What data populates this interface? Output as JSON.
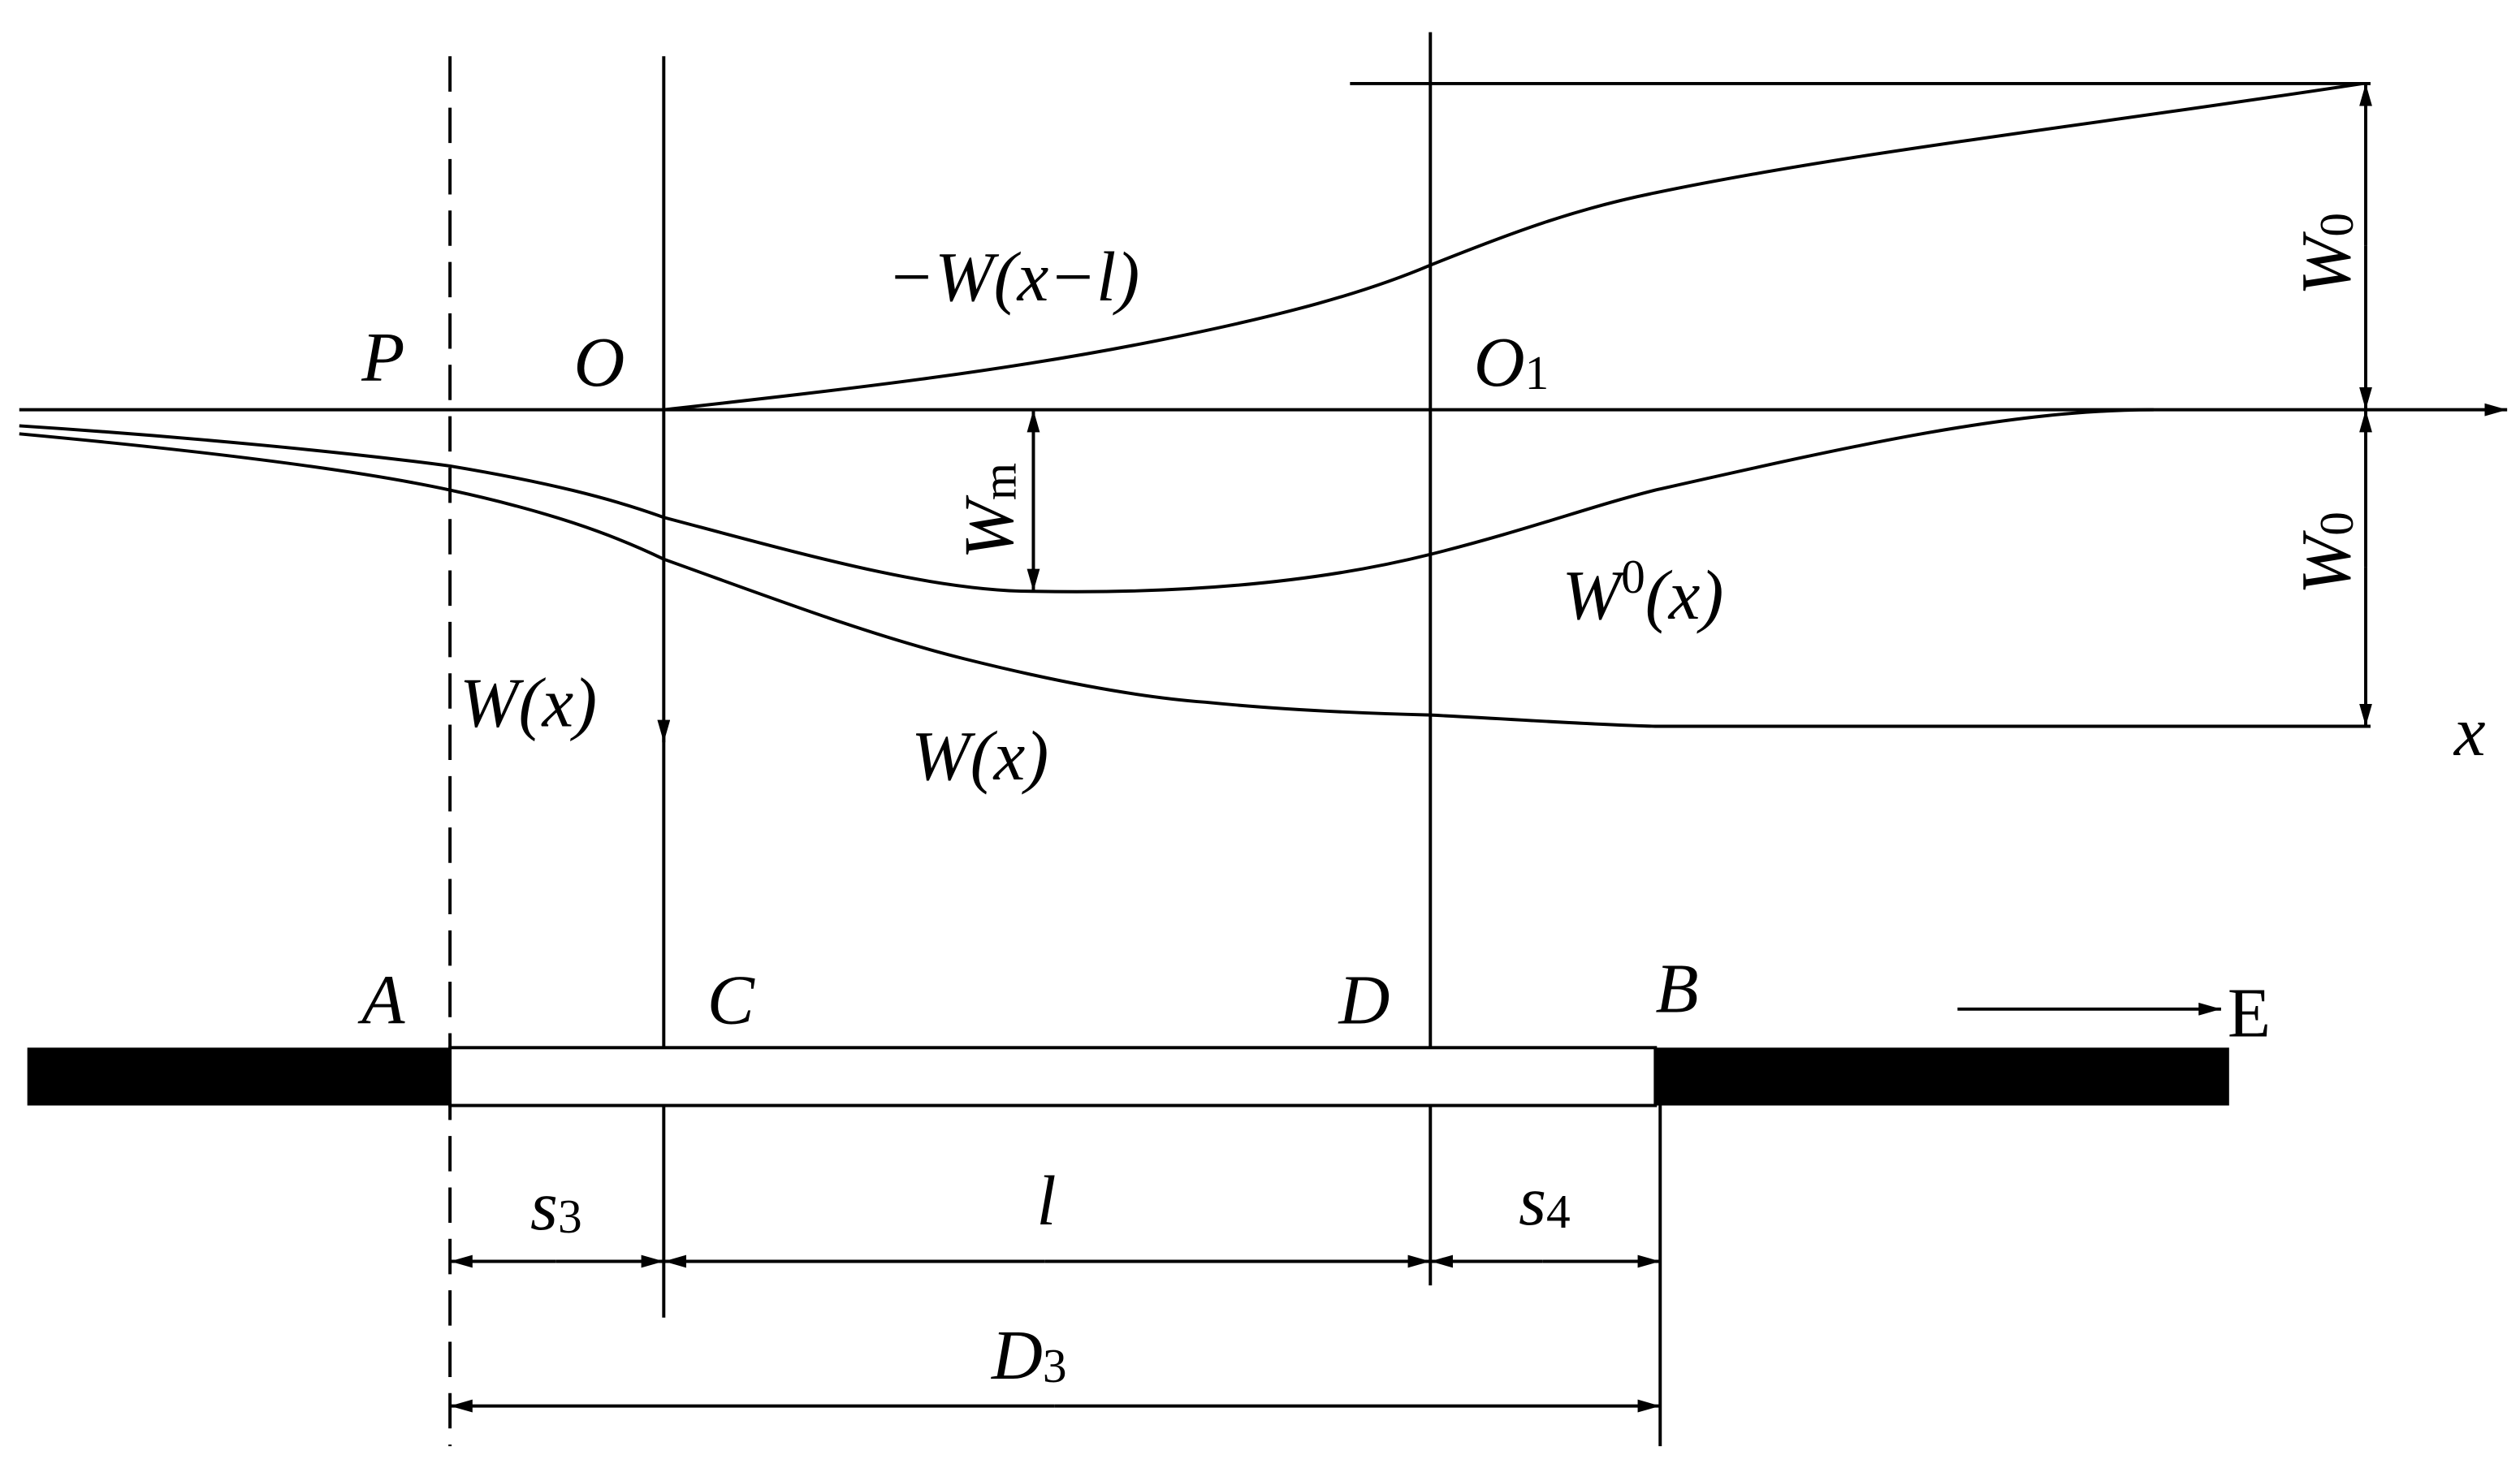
{
  "labels": {
    "P": "P",
    "O": "O",
    "O1_main": "O",
    "O1_sub": "1",
    "shifted_curve": "−W(x−l)",
    "W0_top_main": "W",
    "W0_top_sub": "0",
    "W0_bottom_main": "W",
    "W0_bottom_sub": "0",
    "Wm_main": "W",
    "Wm_sub": "m",
    "x_axis": "x",
    "W0x_main": "W",
    "W0x_sup": "0",
    "W0x_arg": "(x)",
    "Wx_axis": "W(x)",
    "Wx_curve": "W(x)",
    "A": "A",
    "C": "C",
    "D": "D",
    "B": "B",
    "E": "E",
    "s3_main": "s",
    "s3_sub": "3",
    "l": "l",
    "s4_main": "s",
    "s4_sub": "4",
    "D3_main": "D",
    "D3_sub": "3"
  }
}
